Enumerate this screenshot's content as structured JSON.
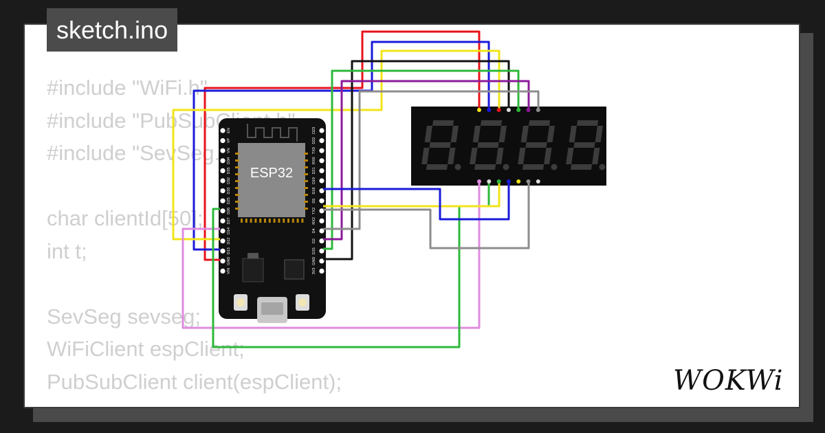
{
  "header": {
    "filename": "sketch.ino"
  },
  "code_lines": [
    "#include \"WiFi.h\"",
    "#include \"PubSubClient.h\"",
    "#include \"SevSeg.h\"",
    "",
    "char clientId[50];",
    "int t;",
    "",
    "SevSeg sevseg;",
    "WiFiClient espClient;",
    "PubSubClient client(espClient);"
  ],
  "board": {
    "chip_label": "ESP32",
    "pins_left": [
      "EN",
      "VP",
      "VN",
      "D34",
      "D35",
      "D32",
      "D33",
      "D25",
      "D26",
      "D27",
      "D14",
      "D12",
      "D13",
      "GND",
      "VIN"
    ],
    "pins_right": [
      "D23",
      "D22",
      "TX0",
      "RX0",
      "D21",
      "D19",
      "D18",
      "D5",
      "TX2",
      "RX2",
      "D4",
      "D2",
      "D15",
      "GND",
      "3V3"
    ]
  },
  "display": {
    "digits": 4
  },
  "wire_colors": {
    "red": "#e8121b",
    "blue": "#1a1adb",
    "yellow": "#f2e418",
    "black": "#111111",
    "green": "#2db83a",
    "purple": "#8b1a9a",
    "gray": "#8c8c8c",
    "pink": "#e08be0"
  },
  "brand": {
    "logo_text": "WOKWi"
  }
}
